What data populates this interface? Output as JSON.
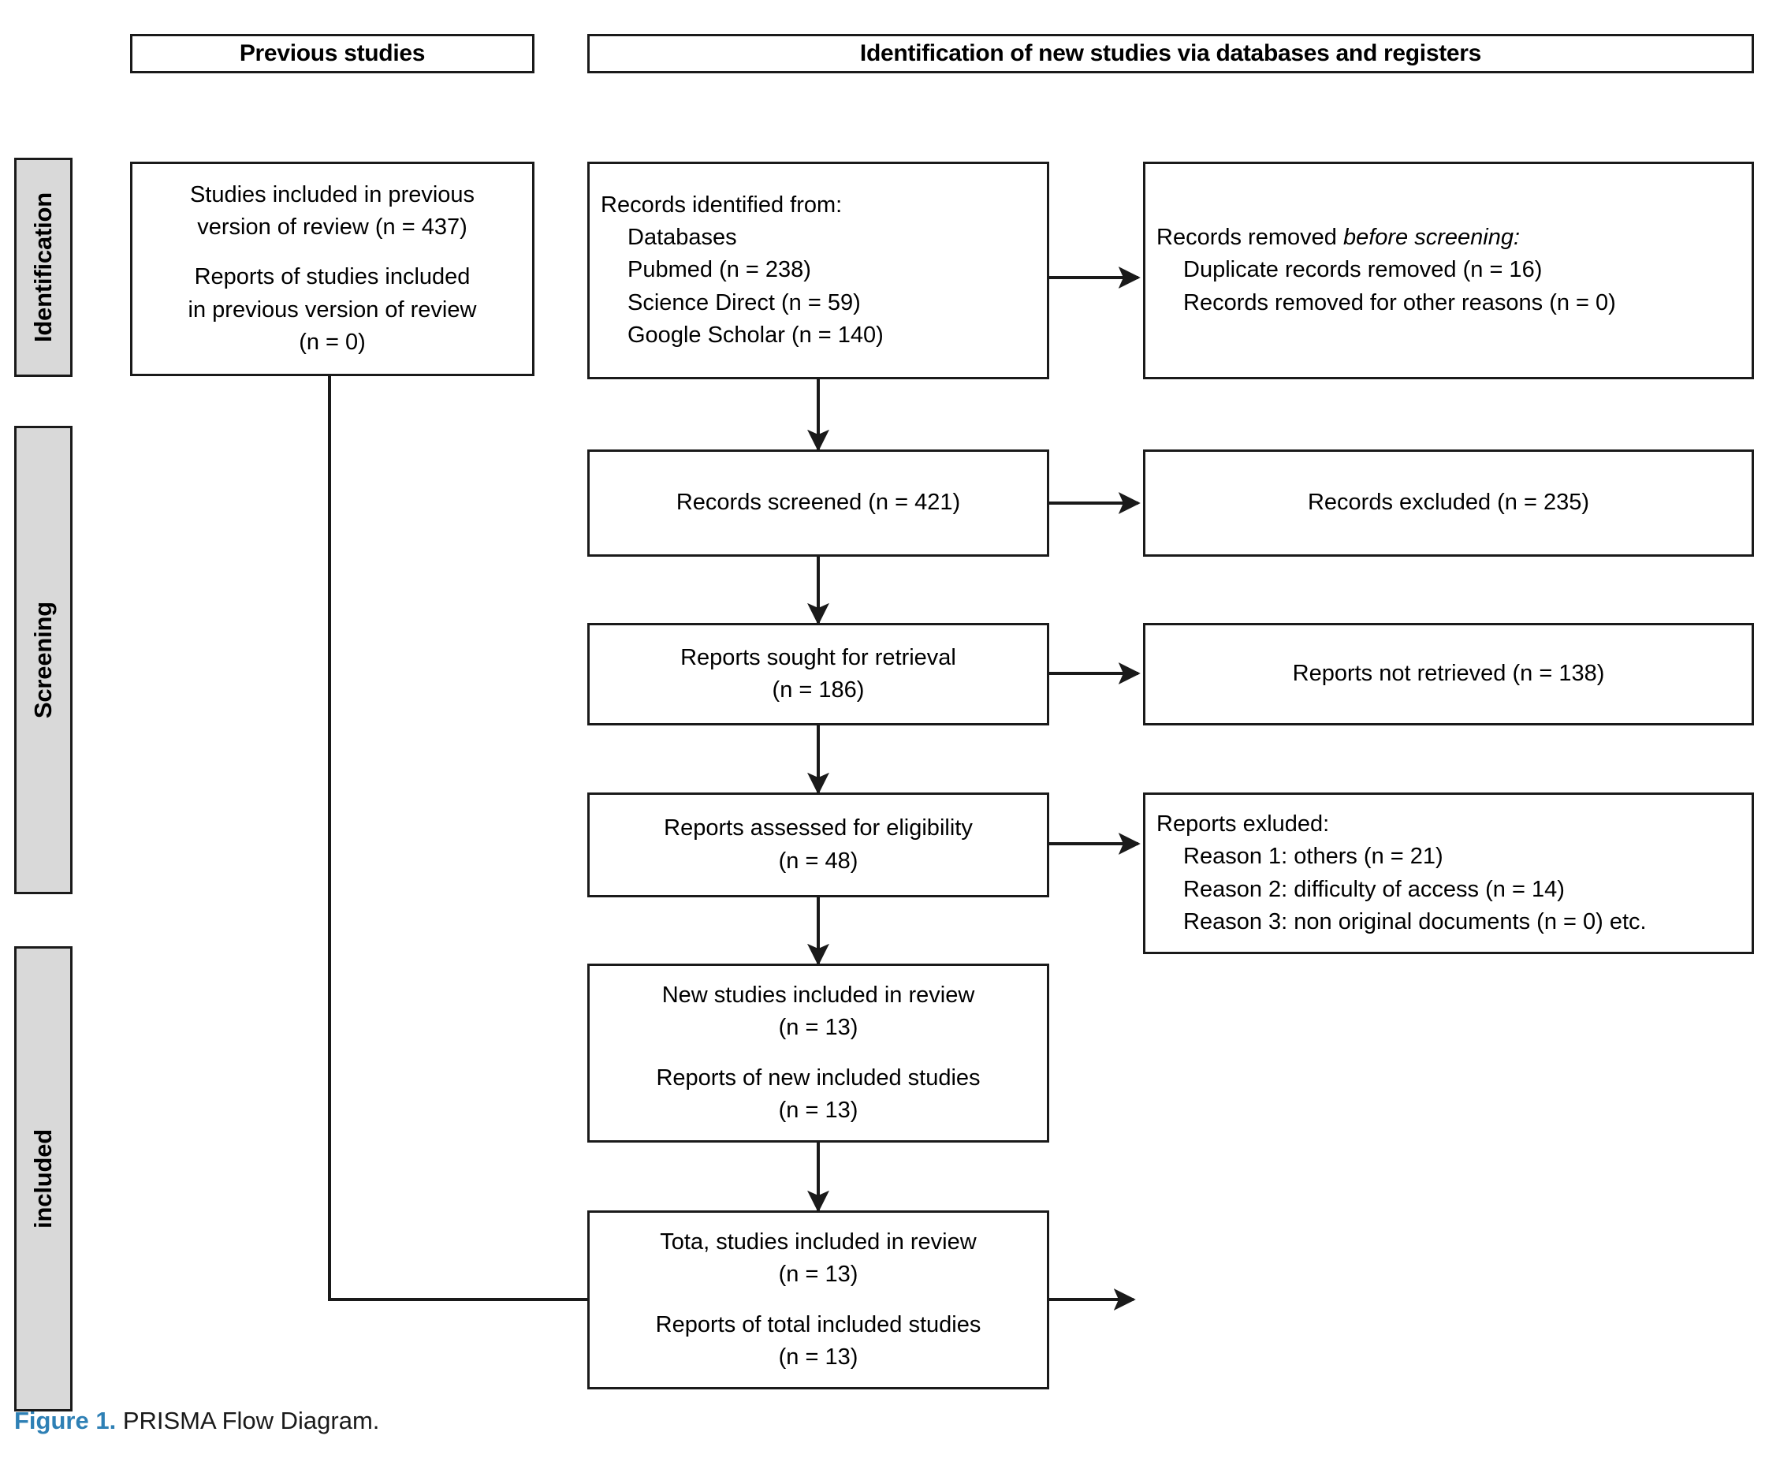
{
  "figure": {
    "accent_color": "#2E80B5",
    "stage_fill": "#d9d9d9",
    "border_color": "#1a1a1a"
  },
  "headers": {
    "previous_studies": "Previous studies",
    "new_studies": "Identification of new studies via databases and registers"
  },
  "stages": [
    {
      "label": "Identification"
    },
    {
      "label": "Screening"
    },
    {
      "label": "included"
    }
  ],
  "boxes": {
    "previous_included": {
      "line1": "Studies included in previous",
      "line2": "version of review (n = 437)",
      "line3": "Reports of studies included",
      "line4": "in previous version of review",
      "line5": "(n = 0)"
    },
    "records_identified": {
      "title": "Records identified from:",
      "source_group": "Databases",
      "source1": "Pubmed (n = 238)",
      "source2": "Science Direct (n = 59)",
      "source3": "Google Scholar (n = 140)"
    },
    "records_removed": {
      "title_plain": "Records removed ",
      "title_italic": "before screening:",
      "item1": "Duplicate records removed (n = 16)",
      "item2": "Records removed for other reasons (n = 0)"
    },
    "records_screened": {
      "line1": "Records screened (n = 421)"
    },
    "records_excluded": {
      "line1": "Records excluded (n = 235)"
    },
    "reports_sought": {
      "line1": "Reports sought for retrieval",
      "line2": "(n = 186)"
    },
    "reports_not_retrieved": {
      "line1": "Reports not retrieved (n = 138)"
    },
    "reports_assessed": {
      "line1": "Reports assessed for eligibility",
      "line2": "(n = 48)"
    },
    "reports_excluded": {
      "title": "Reports exluded:",
      "reason1": "Reason 1: others (n = 21)",
      "reason2": "Reason 2: difficulty of access (n = 14)",
      "reason3": "Reason 3: non original documents (n = 0) etc."
    },
    "new_included": {
      "line1": "New studies included in review",
      "line2": "(n = 13)",
      "line3": "Reports of new included studies",
      "line4": "(n = 13)"
    },
    "total_included": {
      "line1": "Tota, studies included in review",
      "line2": "(n = 13)",
      "line3": "Reports of total included studies",
      "line4": "(n = 13)"
    }
  },
  "caption": {
    "label": "Figure 1.",
    "text": " PRISMA Flow Diagram."
  }
}
